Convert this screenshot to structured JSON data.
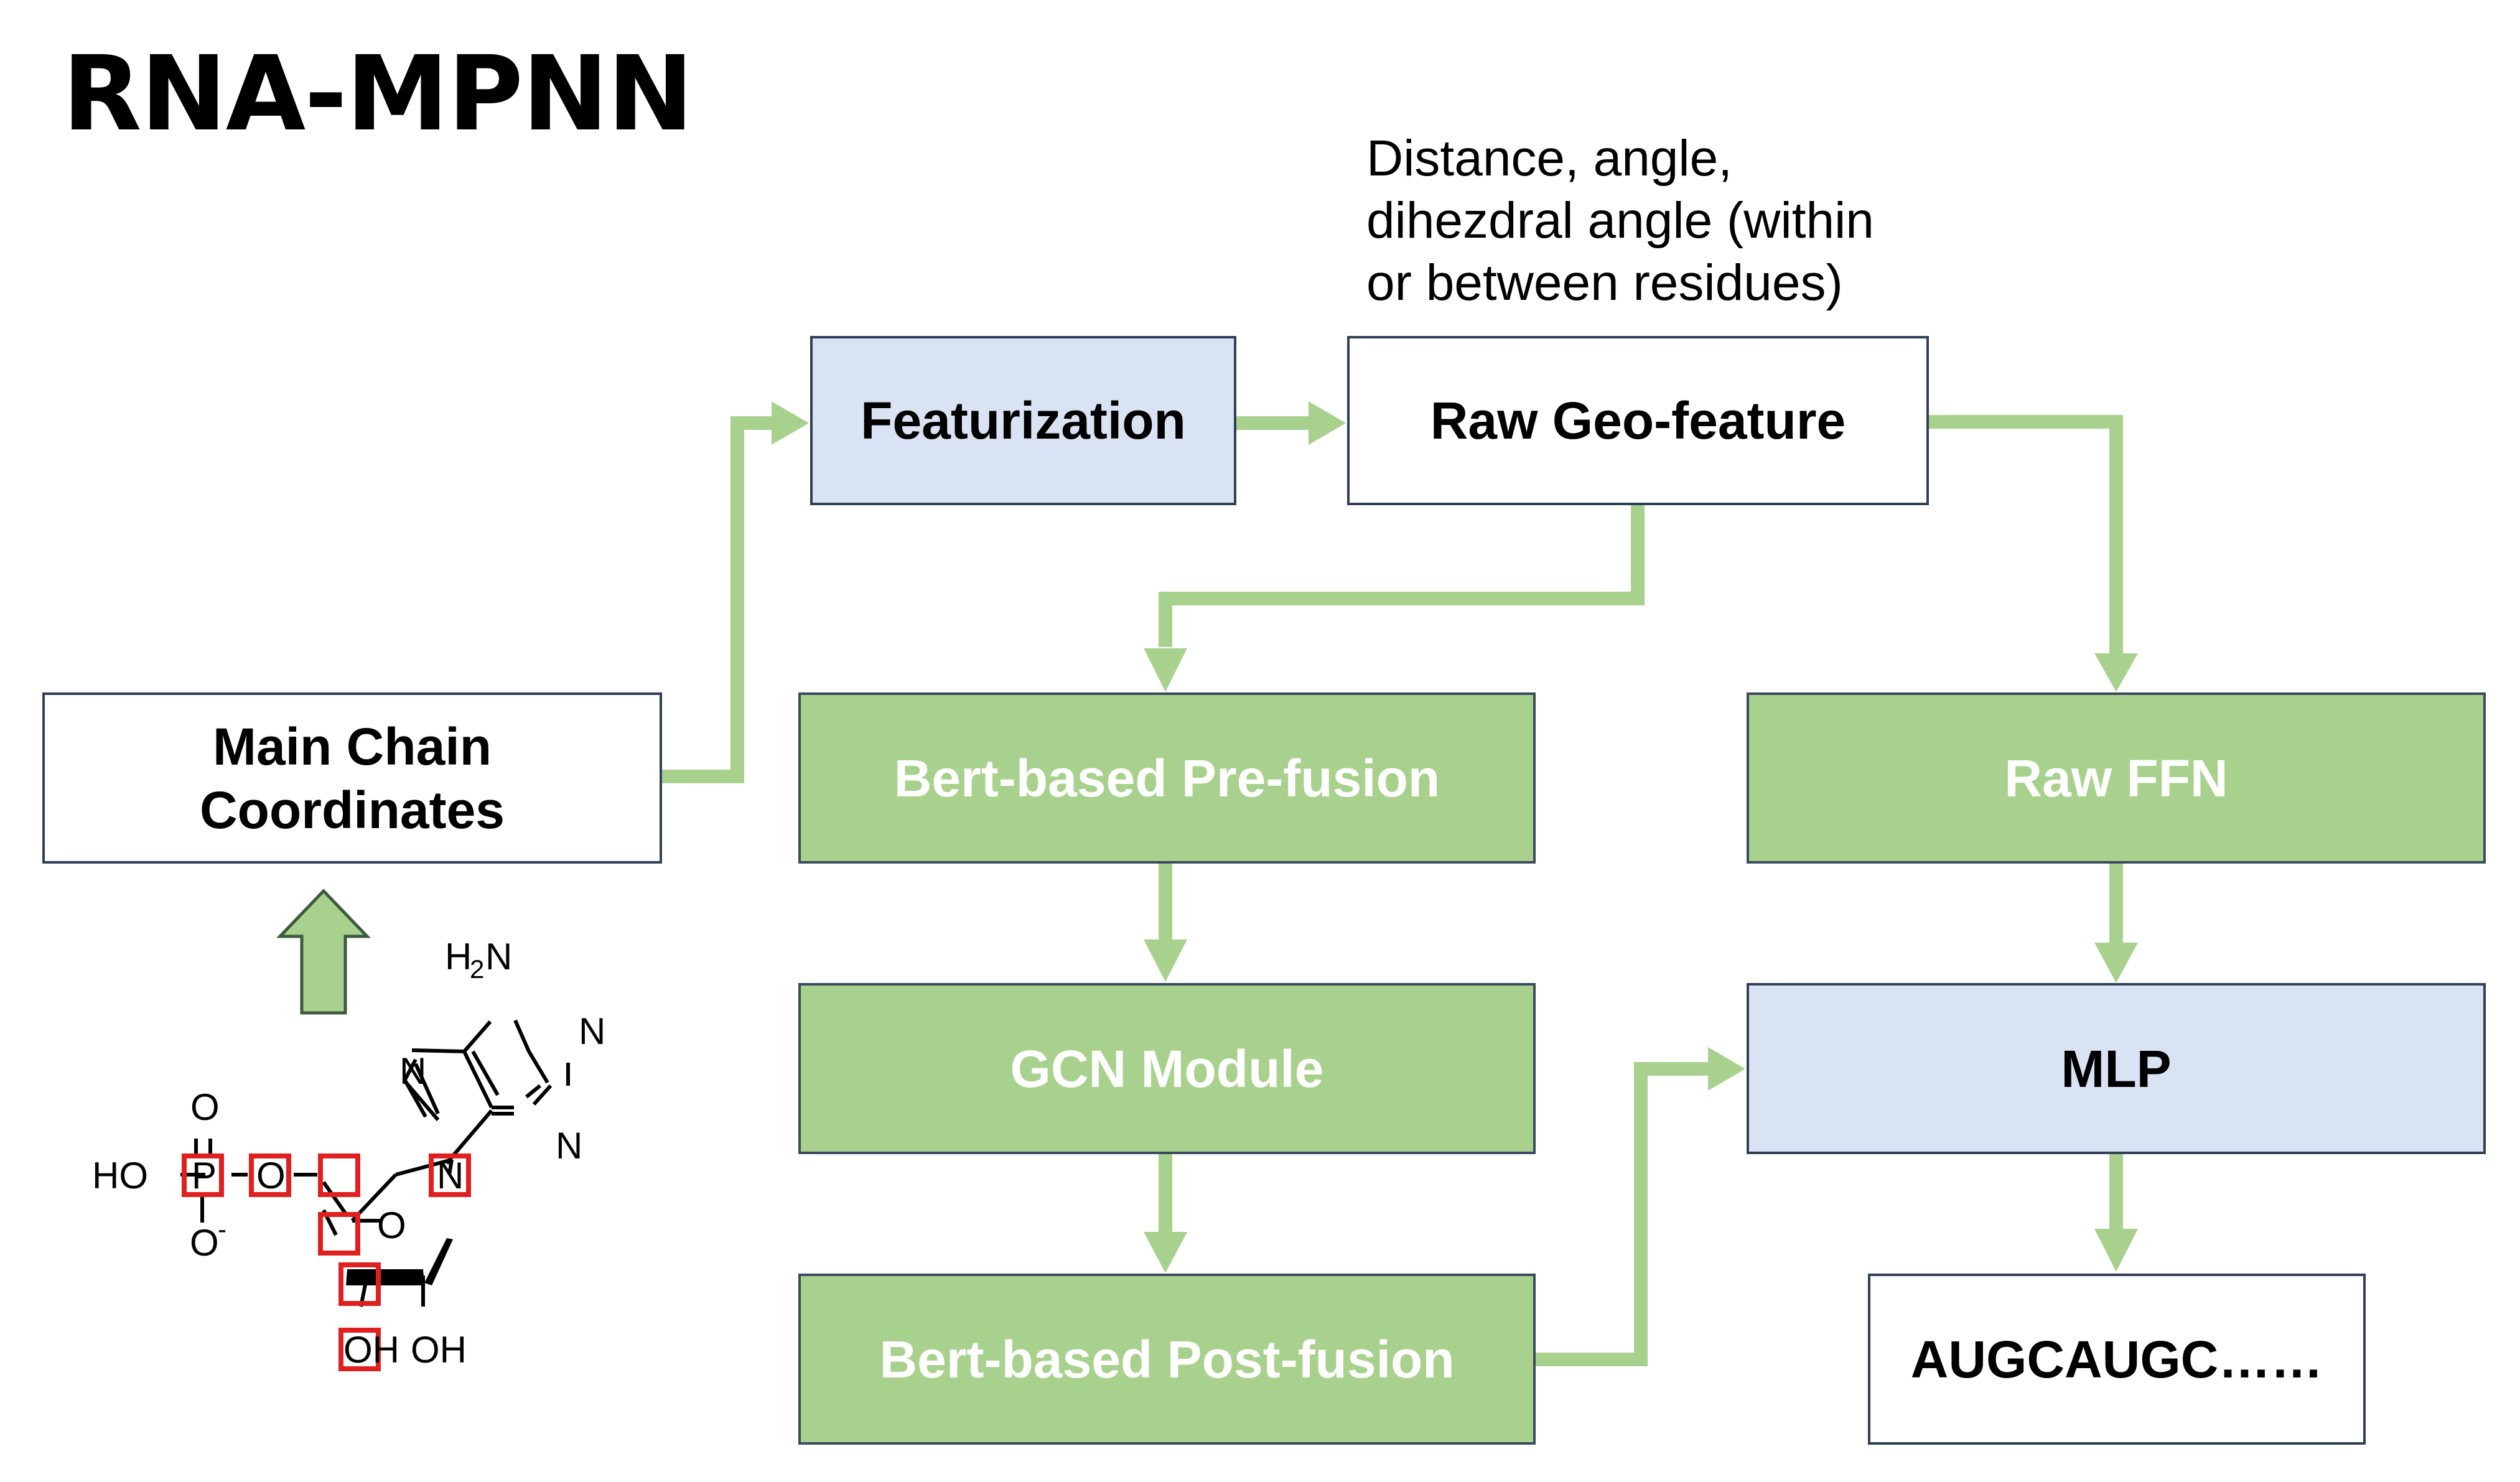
{
  "title": "RNA-MPNN",
  "feature_note": [
    "Distance, angle,",
    "dihezdral angle (within",
    "or between residues)"
  ],
  "boxes": {
    "featurization": "Featurization",
    "raw_geo_feature": "Raw Geo-feature",
    "main_chain_line1": "Main Chain",
    "main_chain_line2": "Coordinates",
    "bert_pre_fusion": "Bert-based Pre-fusion",
    "raw_ffn": "Raw FFN",
    "gcn_module": "GCN Module",
    "mlp": "MLP",
    "bert_post_fusion": "Bert-based Post-fusion",
    "output_sequence": "AUGCAUGC……"
  },
  "molecule": {
    "amine": "H",
    "amine_sub": "2",
    "amine_n": "N",
    "ring_n1": "N",
    "ring_n2": "N",
    "ring_n3": "N",
    "glyco_n": "N",
    "phosphate_o_top": "O",
    "phosphate_ho": "HO",
    "phosphate_p": "P",
    "phosphate_o_bottom": "O",
    "phosphate_charge": "-",
    "ester_o": "O",
    "ring_o": "O",
    "hydroxyl_1": "OH",
    "hydroxyl_2": "OH"
  },
  "colors": {
    "arrow_green": "#a9d18e",
    "box_green": "#a9d18e",
    "box_blue": "#dae3f3",
    "border": "#2f3f55",
    "highlight_red": "#e02020"
  }
}
